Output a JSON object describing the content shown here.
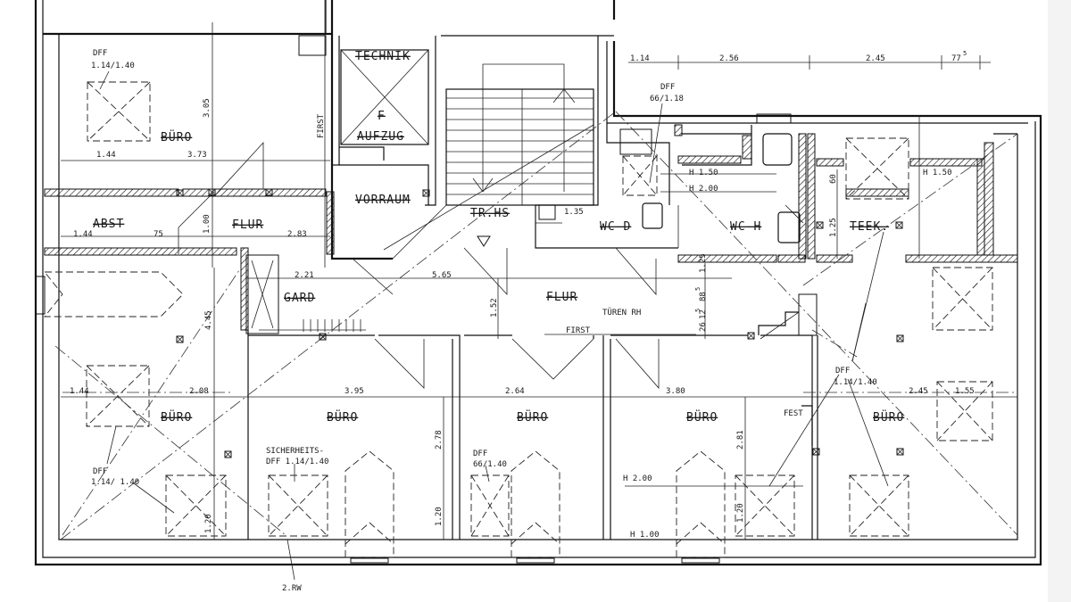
{
  "rooms": {
    "buero_nw": "BÜRO",
    "technik": "TECHNIK",
    "f": "F",
    "aufzug": "AUFZUG",
    "vorraum": "VORRAUM",
    "abst": "ABST",
    "flur_w": "FLUR",
    "trhs": "TR.HS",
    "wc_d": "WC-D",
    "wc_h": "WC-H",
    "teek": "TEEK.",
    "gard": "GARD",
    "flur_main": "FLUR",
    "buero_1": "BÜRO",
    "buero_2": "BÜRO",
    "buero_3": "BÜRO",
    "buero_4": "BÜRO",
    "buero_5": "BÜRO"
  },
  "notes": {
    "dff_nw": "DFF",
    "dff_nw_size": "1.14/1.40",
    "first_v": "FIRST",
    "first_h": "FIRST",
    "dff_top": "DFF",
    "dff_top_size": "66/1.18",
    "h150_left": "H 1.50",
    "h200_left": "H 2.00",
    "h150_right": "H 1.50",
    "tueren": "TÜREN RH",
    "dff_right": "DFF",
    "dff_right_size": "1.14/1.40",
    "fest": "FEST",
    "dff_sw": "DFF",
    "dff_sw_size": "1.14/ 1.40",
    "sicherheits": "SICHERHEITS-",
    "sicherheits_size": "DFF 1.14/1.40",
    "dff_mid": "DFF",
    "dff_mid_size": "66/1.40",
    "h200_bottom": "H  2.00",
    "h100_bottom": "H 1.00",
    "rw": "2.RW"
  },
  "dims": {
    "d114_top": "1.14",
    "d256": "2.56",
    "d245_top": "2.45",
    "d77": "77",
    "d77_sup": "5",
    "d305": "3.05",
    "d144_a": "1.44",
    "d373": "3.73",
    "d144_b": "1.44",
    "d75": "75",
    "d100": "1.00",
    "d283": "2.83",
    "d221": "2.21",
    "d565": "5.65",
    "d135": "1.35",
    "d60": "60",
    "d125a": "1.25",
    "d125b": "1.25",
    "d885": "88",
    "d885_sup": "5",
    "d26": "26",
    "d125c": "12",
    "d125c_sup": "5",
    "d152": "1.52",
    "d445": "4.45",
    "d144_c": "1.44",
    "d208": "2.08",
    "d395": "3.95",
    "d264": "2.64",
    "d380": "3.80",
    "d245_b": "2.45",
    "d155": "1.55",
    "d278": "2.78",
    "d281": "2.81",
    "d120_a": "1.20",
    "d120_b": "1.20",
    "d120_c": "1.20"
  },
  "colors": {
    "ink": "#111111",
    "paper": "#ffffff",
    "scrollbar": "#f3f3f3"
  }
}
